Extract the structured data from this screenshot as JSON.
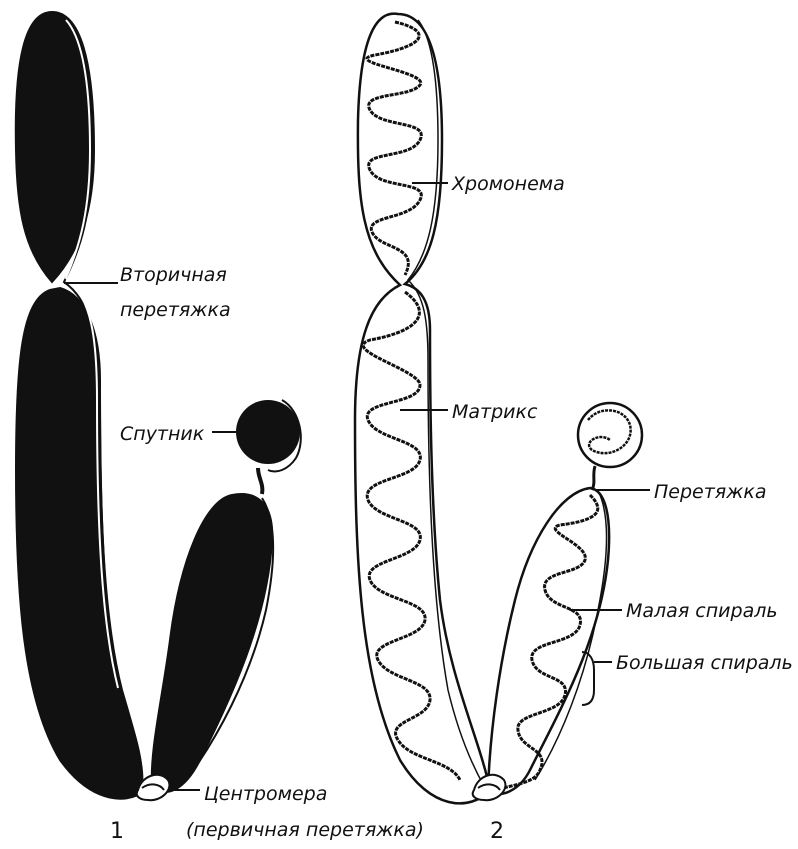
{
  "figure": {
    "labels": {
      "secondary_constriction_line1": "Вторичная",
      "secondary_constriction_line2": "перетяжка",
      "satellite": "Спутник",
      "centromere_line1": "Центромера",
      "centromere_line2": "(первичная перетяжка)",
      "chromonema": "Хромонема",
      "matrix": "Матрикс",
      "constriction": "Перетяжка",
      "minor_spiral": "Малая спираль",
      "major_spiral": "Большая спираль"
    },
    "panel_numbers": {
      "left": "1",
      "right": "2"
    },
    "colors": {
      "ink": "#111111",
      "paper": "#ffffff"
    }
  }
}
